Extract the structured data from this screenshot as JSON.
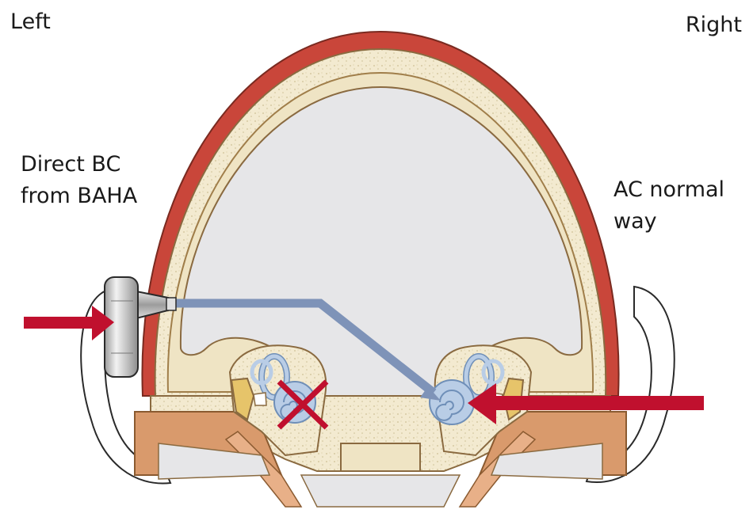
{
  "labels": {
    "left": "Left",
    "right": "Right",
    "bc_line1": "Direct BC",
    "bc_line2": "from BAHA",
    "ac_line1": "AC normal",
    "ac_line2": "way"
  },
  "colors": {
    "skin": "#c9463a",
    "bone": "#f3ead0",
    "brain": "#e6e6e8",
    "outline": "#8a6a40",
    "pathway": "#7e93b8",
    "arrow": "#c0102e",
    "cochlea": "#b9cde6",
    "tissue": "#d99a6c",
    "implant": "#b8b8b8"
  },
  "icons": {
    "blocked_marker": "x-mark-icon",
    "bc_arrow": "arrow-right-icon",
    "ac_arrow": "arrow-left-icon"
  }
}
